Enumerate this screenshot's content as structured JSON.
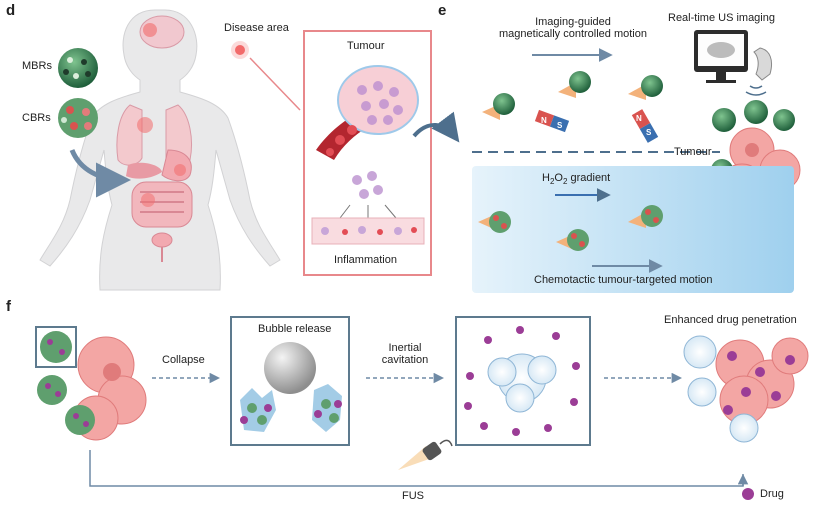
{
  "panels": {
    "d": {
      "letter": "d",
      "mbrs_label": "MBRs",
      "cbrs_label": "CBRs",
      "disease_area_label": "Disease area",
      "tumour_label": "Tumour",
      "inflammation_label": "Inflammation"
    },
    "e": {
      "letter": "e",
      "imaging_line1": "Imaging-guided",
      "imaging_line2": "magnetically controlled motion",
      "us_imaging_label": "Real-time US imaging",
      "tumour_label": "Tumour",
      "h2o2_prefix": "H",
      "h2o2_sub1": "2",
      "h2o2_mid": "O",
      "h2o2_sub2": "2",
      "h2o2_suffix": " gradient",
      "chemotactic_label": "Chemotactic tumour-targeted motion",
      "magnet_n": "N",
      "magnet_s": "S"
    },
    "f": {
      "letter": "f",
      "collapse_label": "Collapse",
      "bubble_release_label": "Bubble release",
      "inertial_line1": "Inertial",
      "inertial_line2": "cavitation",
      "enhanced_label": "Enhanced drug penetration",
      "fus_label": "FUS",
      "drug_label": "Drug"
    }
  },
  "colors": {
    "frame_red": "#e8888b",
    "frame_blue": "#5d7a8e",
    "arrow_blue": "#6f8aa5",
    "tumour_pink": "#f3a6a4",
    "drug_purple": "#9b3d96",
    "robot_green": "#2e8b57",
    "gel_blue": "#cfe6f5"
  }
}
